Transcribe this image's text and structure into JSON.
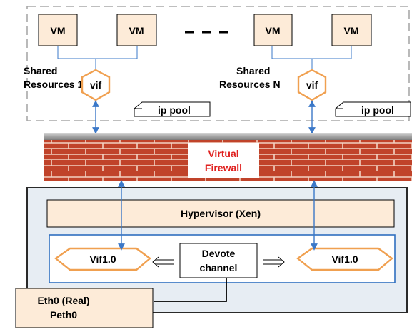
{
  "vms": {
    "vm1": "VM",
    "vm2": "VM",
    "vm3": "VM",
    "vm4": "VM"
  },
  "shared_resources": {
    "group1_line1": "Shared",
    "group1_line2": "Resources 1",
    "groupN_line1": "Shared",
    "groupN_line2": "Resources N"
  },
  "vif_left": "vif",
  "vif_right": "vif",
  "ip_pool_left": "ip pool",
  "ip_pool_right": "ip pool",
  "firewall": {
    "line1": "Virtual",
    "line2": "Firewall"
  },
  "hypervisor": "Hypervisor (Xen)",
  "vif10_left": "Vif1.0",
  "vif10_right": "Vif1.0",
  "devote_channel": {
    "line1": "Devote",
    "line2": "channel"
  },
  "eth0": {
    "line1": "Eth0 (Real)",
    "line2": "Peth0"
  },
  "colors": {
    "box_fill": "#fdebd8",
    "hexagon_stroke": "#f0a050",
    "arrow": "#3b78c8",
    "brick": "#c0432a",
    "firewall_text": "#e0201e",
    "host_fill": "#e7edf3",
    "channel_border": "#2f6fc0"
  }
}
